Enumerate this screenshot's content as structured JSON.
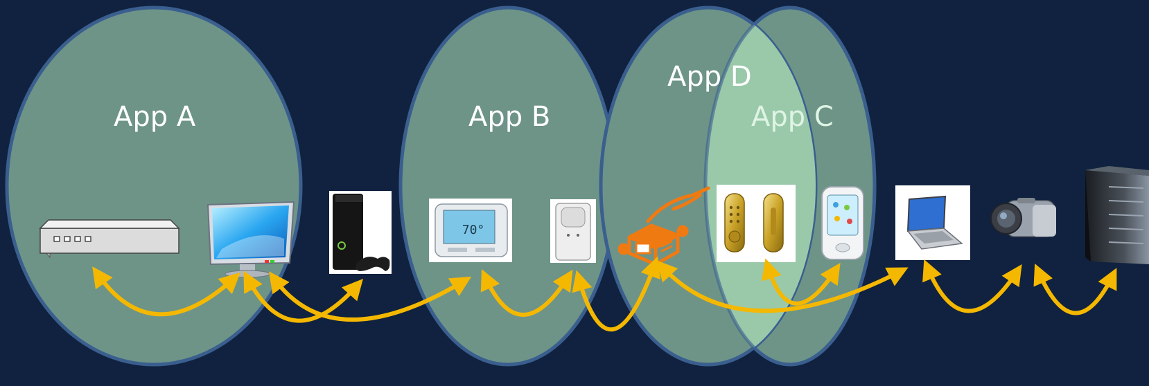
{
  "diagram": {
    "apps": [
      {
        "id": "A",
        "label": "App A"
      },
      {
        "id": "B",
        "label": "App B"
      },
      {
        "id": "D",
        "label": "App D"
      },
      {
        "id": "C",
        "label": "App C"
      }
    ],
    "devices": [
      {
        "id": "router",
        "icon": "network-router-icon"
      },
      {
        "id": "monitor",
        "icon": "monitor-icon"
      },
      {
        "id": "console",
        "icon": "game-console-icon"
      },
      {
        "id": "thermostat",
        "icon": "thermostat-icon"
      },
      {
        "id": "motion",
        "icon": "motion-sensor-icon"
      },
      {
        "id": "hub",
        "icon": "iot-hub-icon"
      },
      {
        "id": "lock",
        "icon": "door-lock-icon"
      },
      {
        "id": "phone",
        "icon": "smartphone-icon"
      },
      {
        "id": "laptop",
        "icon": "laptop-icon"
      },
      {
        "id": "camera",
        "icon": "camcorder-icon"
      },
      {
        "id": "server",
        "icon": "server-tower-icon"
      }
    ],
    "links": [
      [
        "router",
        "monitor"
      ],
      [
        "monitor",
        "console"
      ],
      [
        "monitor",
        "thermostat"
      ],
      [
        "thermostat",
        "motion"
      ],
      [
        "motion",
        "hub"
      ],
      [
        "hub",
        "laptop"
      ],
      [
        "lock",
        "phone"
      ],
      [
        "laptop",
        "camera"
      ],
      [
        "camera",
        "server"
      ]
    ],
    "colors": {
      "background": "#10223f",
      "ellipse_fill": "#6e9488",
      "ellipse_stroke": "#3a5f8f",
      "overlap_fill": "#9ac9aa",
      "arrow": "#f5b800",
      "hub": "#f07a12"
    }
  }
}
